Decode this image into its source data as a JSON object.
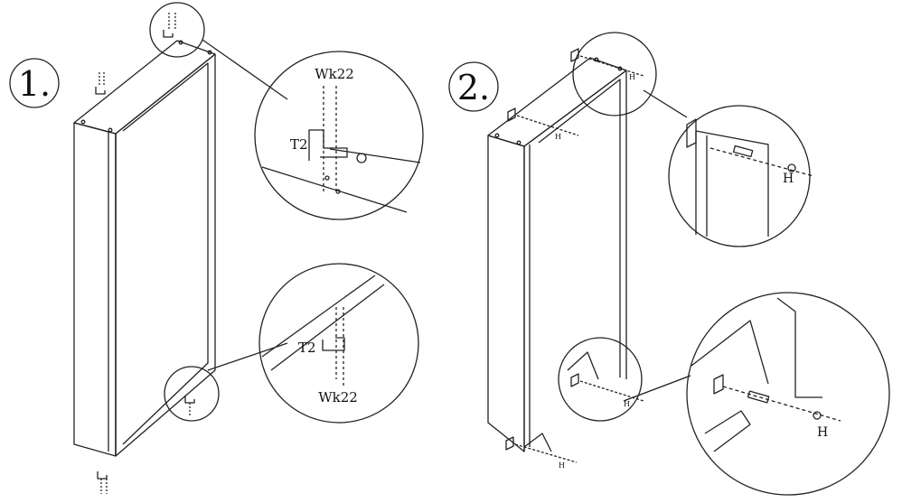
{
  "steps": [
    {
      "number": "1."
    },
    {
      "number": "2."
    }
  ],
  "step1": {
    "top_callout": {
      "screw_label": "Wk22",
      "bracket_label": "T2"
    },
    "bottom_callout": {
      "screw_label": "Wk22",
      "bracket_label": "T2"
    }
  },
  "step2": {
    "small_labels": [
      "H",
      "H",
      "H",
      "H"
    ],
    "top_callout": {
      "hinge_label": "H"
    },
    "bottom_callout": {
      "hinge_label": "H"
    }
  },
  "colors": {
    "line": "#222222",
    "background": "#ffffff"
  }
}
